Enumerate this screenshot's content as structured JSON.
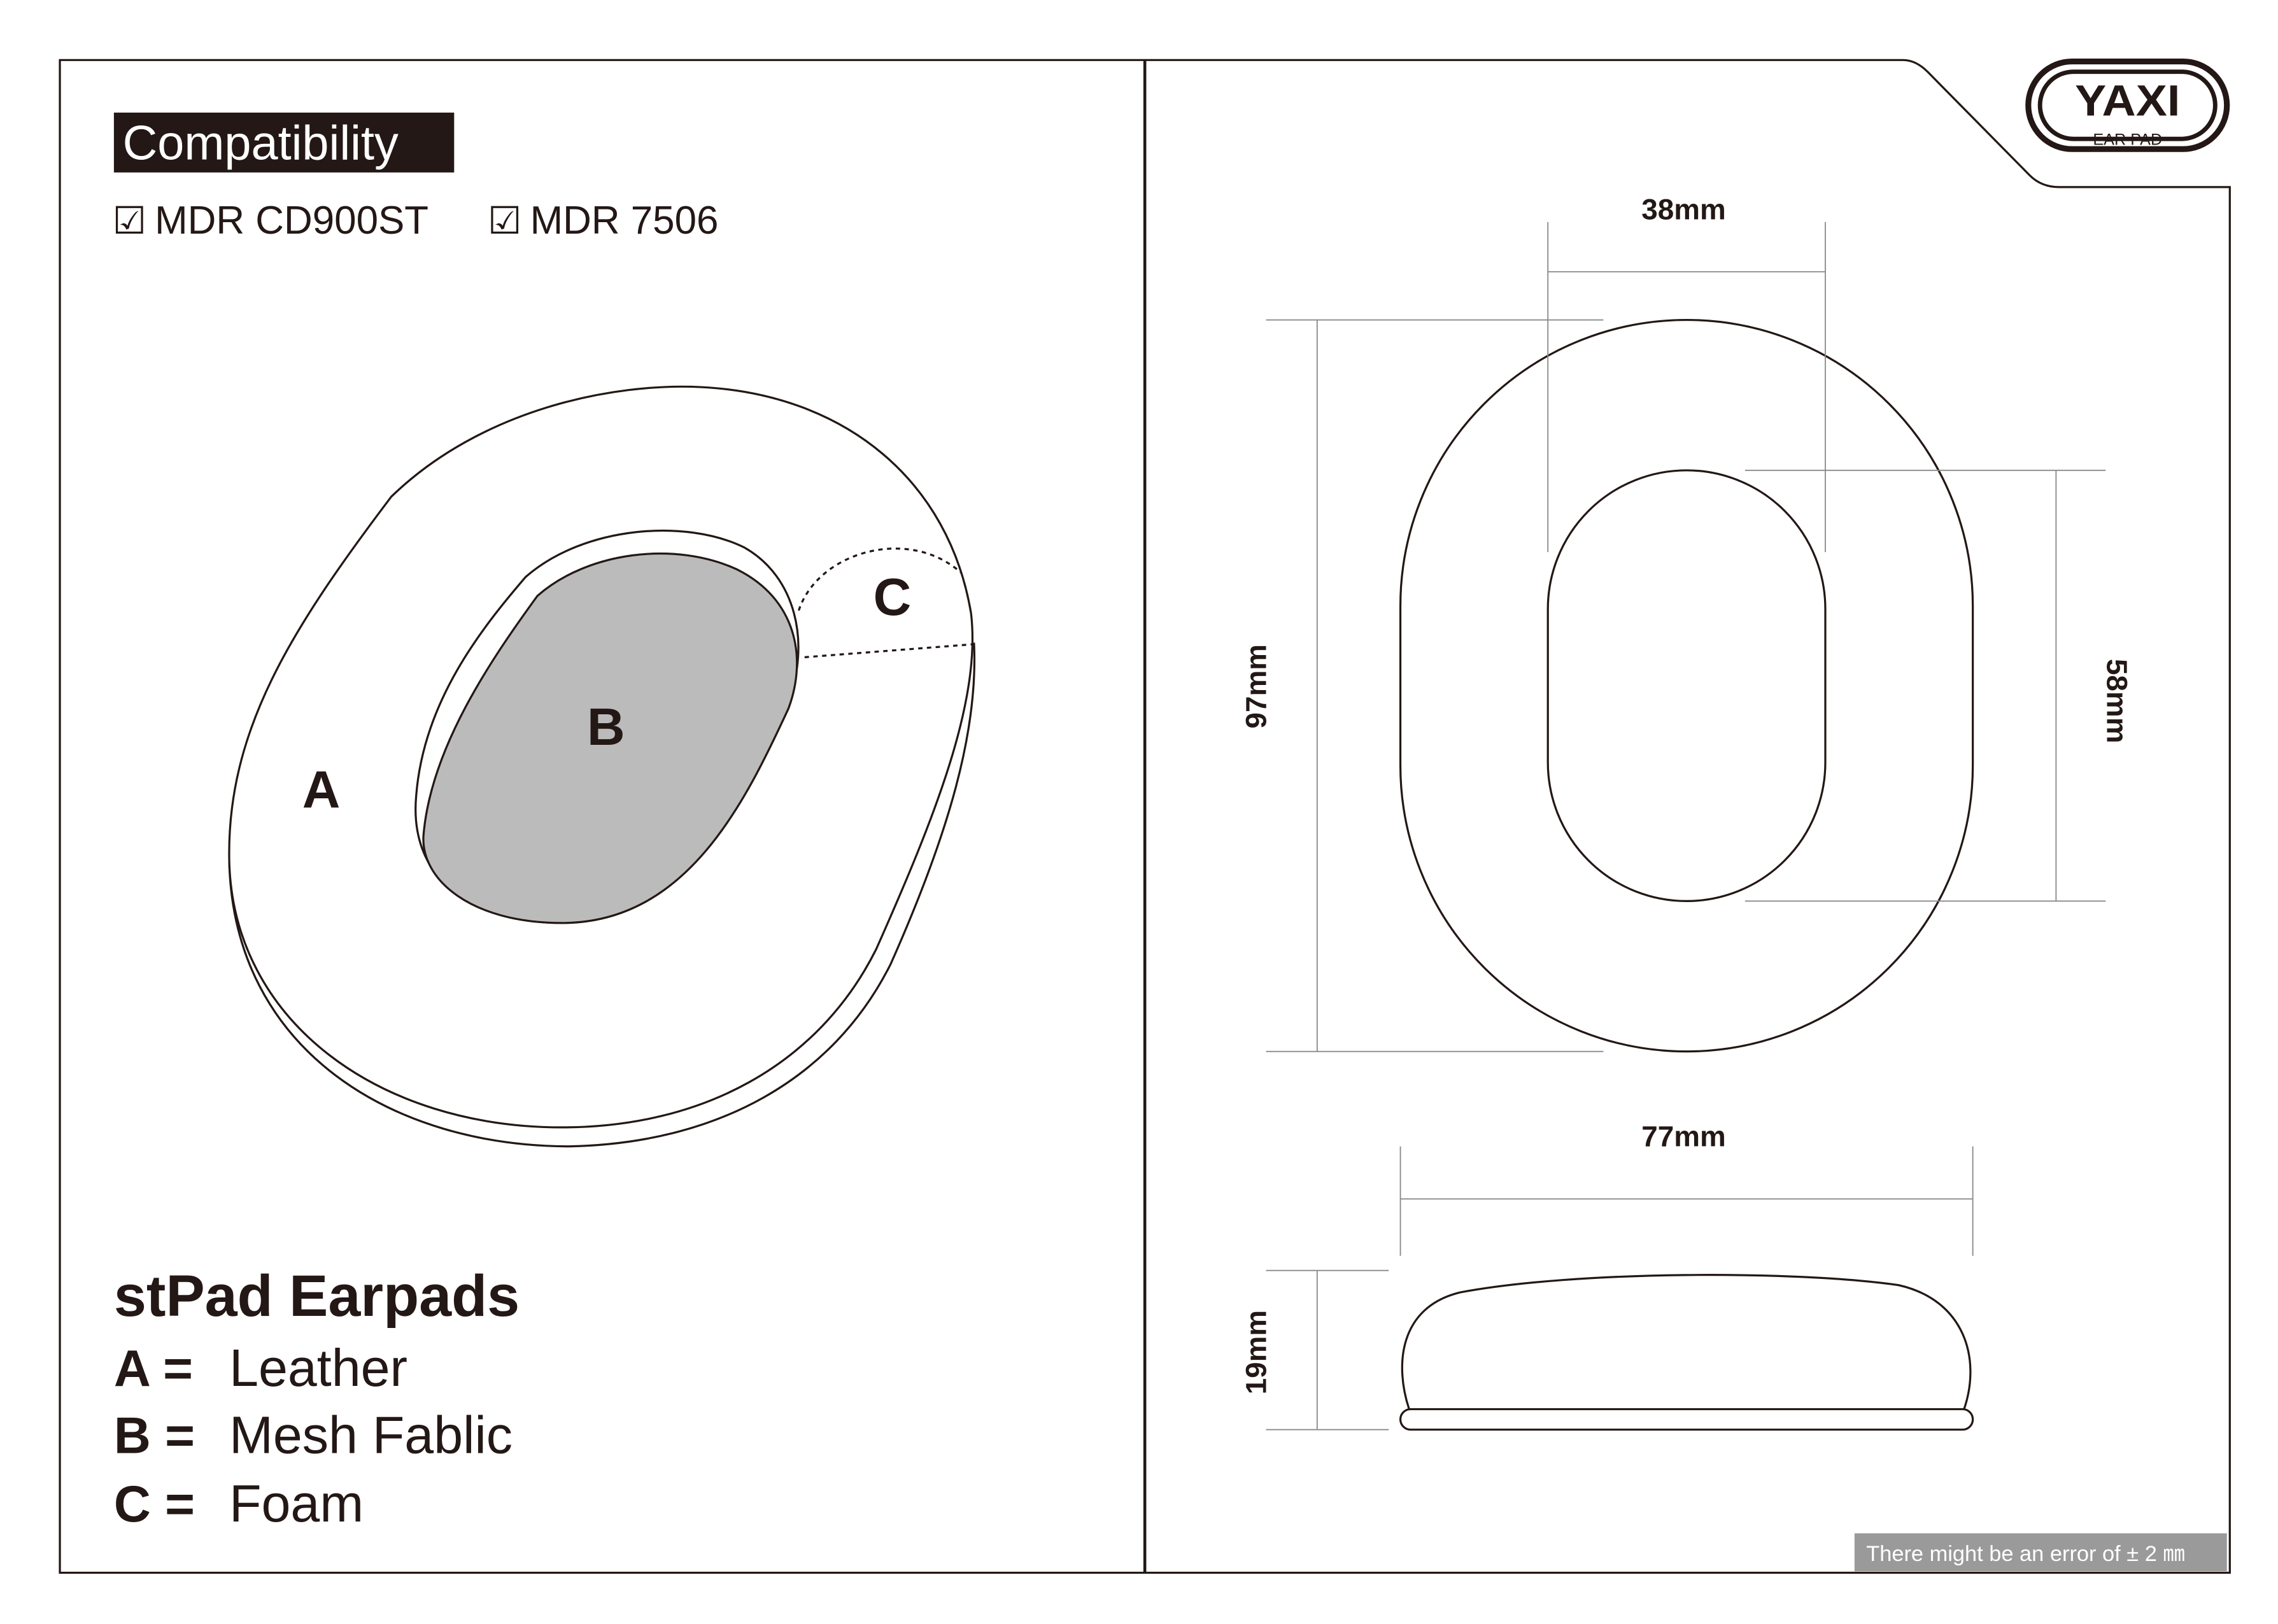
{
  "compatibility": {
    "heading": "Compatibility",
    "models": [
      {
        "check": "☑",
        "name": "MDR CD900ST"
      },
      {
        "check": "☑",
        "name": "MDR 7506"
      }
    ]
  },
  "drawing_labels": {
    "a": "A",
    "b": "B",
    "c": "C"
  },
  "product": {
    "title": "stPad Earpads",
    "materials": [
      {
        "key": "A =",
        "value": "Leather"
      },
      {
        "key": "B =",
        "value": "Mesh Fablic"
      },
      {
        "key": "C =",
        "value": "Foam"
      }
    ]
  },
  "logo": {
    "main": "YAXI",
    "sub": "EAR PAD"
  },
  "dimensions": {
    "inner_width": "38mm",
    "outer_height": "97mm",
    "inner_height": "58mm",
    "outer_width": "77mm",
    "thickness": "19mm"
  },
  "note": "There might be an error of ± 2 ㎜",
  "colors": {
    "ink": "#231815",
    "mesh": "#bbbbbb",
    "note_bg": "#9a9a9a"
  }
}
